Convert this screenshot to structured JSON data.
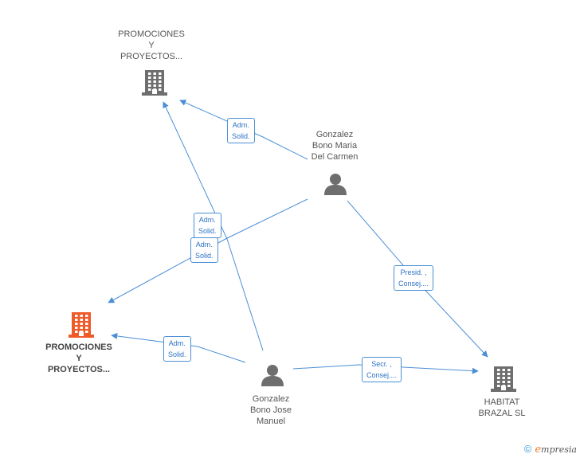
{
  "nodes": {
    "company_top": {
      "label": [
        "PROMOCIONES",
        "Y",
        "PROYECTOS..."
      ],
      "icon": "building-icon",
      "color": "#6e6e6e"
    },
    "company_focus": {
      "label": [
        "PROMOCIONES",
        "Y",
        "PROYECTOS..."
      ],
      "icon": "building-icon",
      "color": "#f05a28"
    },
    "company_habitat": {
      "label": [
        "HABITAT",
        "BRAZAL SL"
      ],
      "icon": "building-icon",
      "color": "#6e6e6e"
    },
    "person_maria": {
      "label": [
        "Gonzalez",
        "Bono Maria",
        "Del Carmen"
      ],
      "icon": "person-icon",
      "color": "#6e6e6e"
    },
    "person_jose": {
      "label": [
        "Gonzalez",
        "Bono Jose",
        "Manuel"
      ],
      "icon": "person-icon",
      "color": "#6e6e6e"
    }
  },
  "edges": [
    {
      "id": "maria-top",
      "from": "person_maria",
      "to": "company_top",
      "label": [
        "Adm.",
        "Solid."
      ]
    },
    {
      "id": "jose-top",
      "from": "person_jose",
      "to": "company_top",
      "label": [
        "Adm.",
        "Solid."
      ]
    },
    {
      "id": "maria-focus",
      "from": "person_maria",
      "to": "company_focus",
      "label": [
        "Adm.",
        "Solid."
      ]
    },
    {
      "id": "jose-focus",
      "from": "person_jose",
      "to": "company_focus",
      "label": [
        "Adm.",
        "Solid."
      ]
    },
    {
      "id": "maria-habitat",
      "from": "person_maria",
      "to": "company_habitat",
      "label": [
        "Presid. ,",
        "Consej...."
      ]
    },
    {
      "id": "jose-habitat",
      "from": "person_jose",
      "to": "company_habitat",
      "label": [
        "Secr. ,",
        "Consej...."
      ]
    }
  ],
  "colors": {
    "edge": "#4a8fd6",
    "edge_label_text": "#2d72c4"
  },
  "footer": {
    "copyright": "©",
    "brand_initial": "e",
    "brand_rest": "mpresia"
  }
}
